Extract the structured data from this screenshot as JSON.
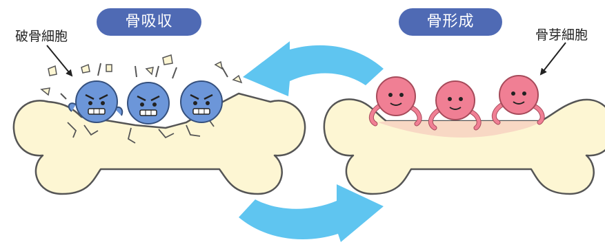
{
  "resorption": {
    "title": "骨吸収",
    "cell_label": "破骨細胞"
  },
  "formation": {
    "title": "骨形成",
    "cell_label": "骨芽細胞"
  },
  "icons": [
    "bone",
    "osteoclast-cell",
    "osteoblast-cell",
    "cycle-arrow",
    "pointer-arrow"
  ],
  "colors": {
    "pill": "#4f6ab4",
    "bone_fill": "#fdf6d3",
    "bone_stroke": "#555555",
    "osteoclast": "#6c96d9",
    "osteoblast": "#f07f94",
    "new_bone": "#f8d8c4",
    "cycle_arrow": "#5fc5f0"
  }
}
